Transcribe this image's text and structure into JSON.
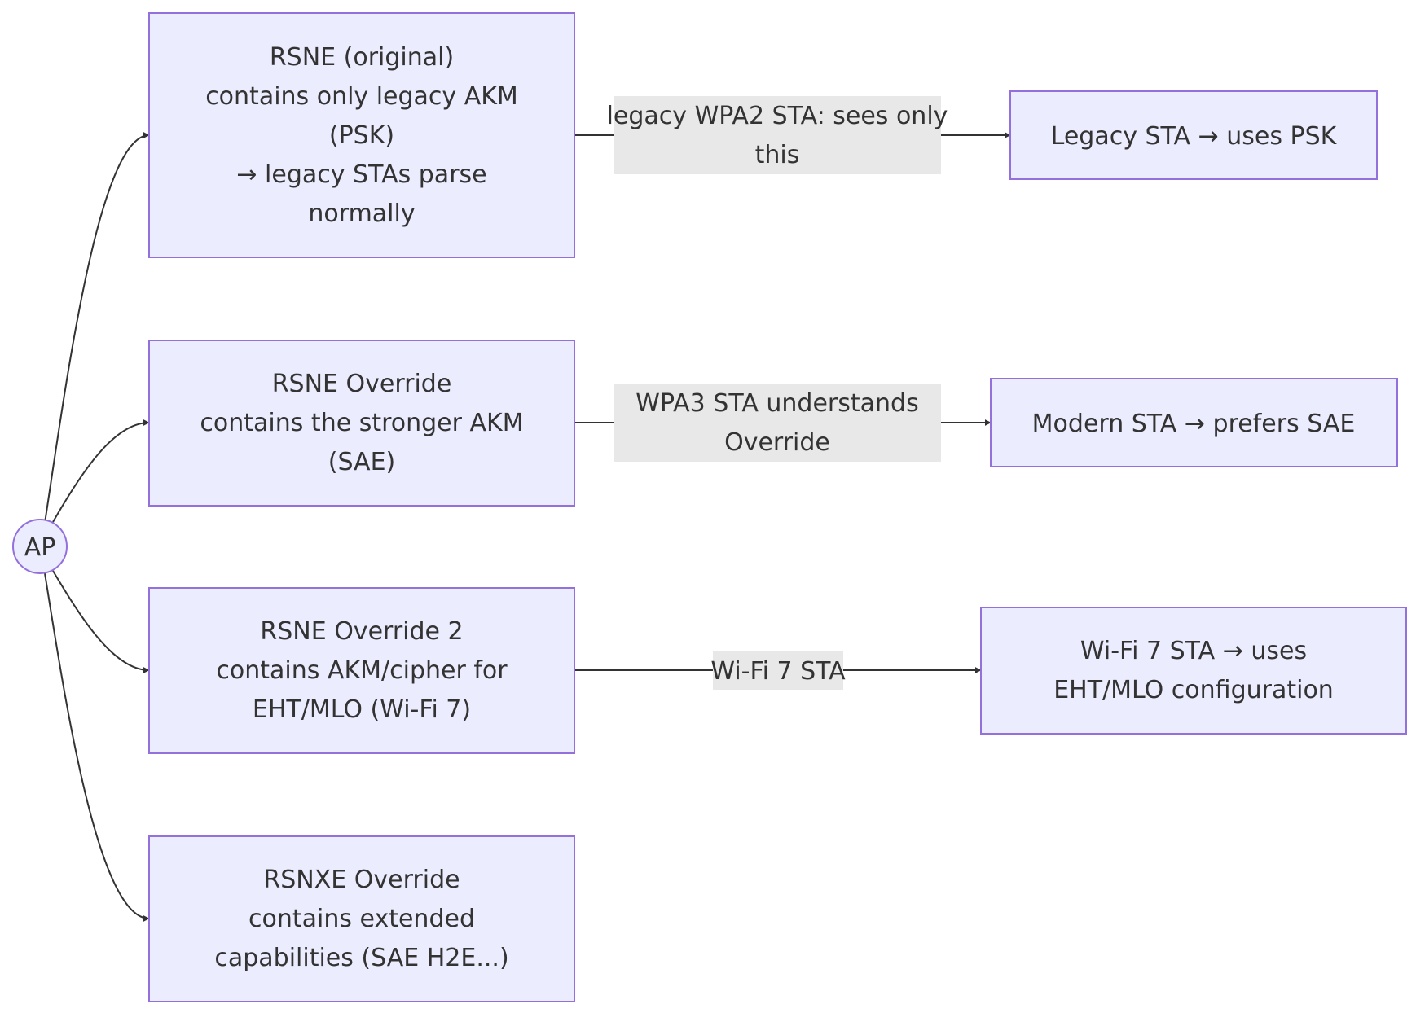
{
  "nodes": {
    "ap": {
      "label": "AP"
    },
    "rsne": {
      "lines": [
        "RSNE (original)",
        "contains only legacy AKM",
        "(PSK)",
        "→ legacy STAs parse",
        "normally"
      ]
    },
    "override1": {
      "lines": [
        "RSNE Override",
        "contains the stronger AKM",
        "(SAE)"
      ]
    },
    "override2": {
      "lines": [
        "RSNE Override 2",
        "contains AKM/cipher for",
        "EHT/MLO (Wi-Fi 7)"
      ]
    },
    "rsnxe": {
      "lines": [
        "RSNXE Override",
        "contains extended",
        "capabilities (SAE H2E...)"
      ]
    },
    "legacy_sta": {
      "lines": [
        "Legacy STA → uses PSK"
      ]
    },
    "modern_sta": {
      "lines": [
        "Modern STA → prefers SAE"
      ]
    },
    "wifi7_sta": {
      "lines": [
        "Wi-Fi 7 STA → uses",
        "EHT/MLO configuration"
      ]
    }
  },
  "edges": {
    "legacy": {
      "lines": [
        "legacy WPA2 STA: sees only",
        "this"
      ]
    },
    "wpa3": {
      "lines": [
        "WPA3 STA understands",
        "Override"
      ]
    },
    "wifi7": {
      "lines": [
        "Wi-Fi 7 STA"
      ]
    }
  },
  "colors": {
    "node_fill": "#ECECFF",
    "node_stroke": "#9370DB",
    "edge_stroke": "#333333",
    "edge_label_bg": "#E8E8E8",
    "text": "#333333"
  }
}
